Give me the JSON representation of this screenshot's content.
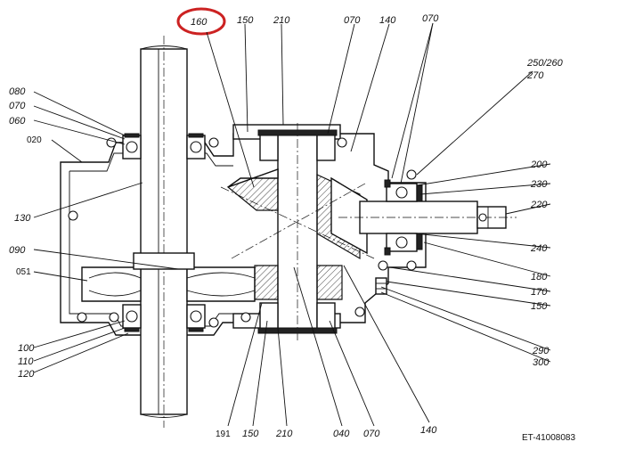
{
  "highlight": {
    "color": "#cc2222"
  },
  "labels": [
    {
      "id": "l160",
      "text": "160"
    },
    {
      "id": "l150top",
      "text": "150"
    },
    {
      "id": "l210top",
      "text": "210"
    },
    {
      "id": "l070top",
      "text": "070"
    },
    {
      "id": "l140top",
      "text": "140"
    },
    {
      "id": "l070tr",
      "text": "070"
    },
    {
      "id": "l250260",
      "text": "250/260"
    },
    {
      "id": "l270",
      "text": "270"
    },
    {
      "id": "l080",
      "text": "080"
    },
    {
      "id": "l070left",
      "text": "070"
    },
    {
      "id": "l060",
      "text": "060"
    },
    {
      "id": "l020",
      "text": "020"
    },
    {
      "id": "l200",
      "text": "200"
    },
    {
      "id": "l230",
      "text": "230"
    },
    {
      "id": "l220",
      "text": "220"
    },
    {
      "id": "l130",
      "text": "130"
    },
    {
      "id": "l240",
      "text": "240"
    },
    {
      "id": "l090",
      "text": "090"
    },
    {
      "id": "l180",
      "text": "180"
    },
    {
      "id": "l051",
      "text": "051"
    },
    {
      "id": "l170",
      "text": "170"
    },
    {
      "id": "l150right",
      "text": "150"
    },
    {
      "id": "l100",
      "text": "100"
    },
    {
      "id": "l110",
      "text": "110"
    },
    {
      "id": "l120",
      "text": "120"
    },
    {
      "id": "l290",
      "text": "290"
    },
    {
      "id": "l300",
      "text": "300"
    },
    {
      "id": "l191",
      "text": "191"
    },
    {
      "id": "l150bot",
      "text": "150"
    },
    {
      "id": "l210bot",
      "text": "210"
    },
    {
      "id": "l040",
      "text": "040"
    },
    {
      "id": "l070bot",
      "text": "070"
    },
    {
      "id": "l140bot",
      "text": "140"
    }
  ],
  "reference_code": "ET-41008083"
}
